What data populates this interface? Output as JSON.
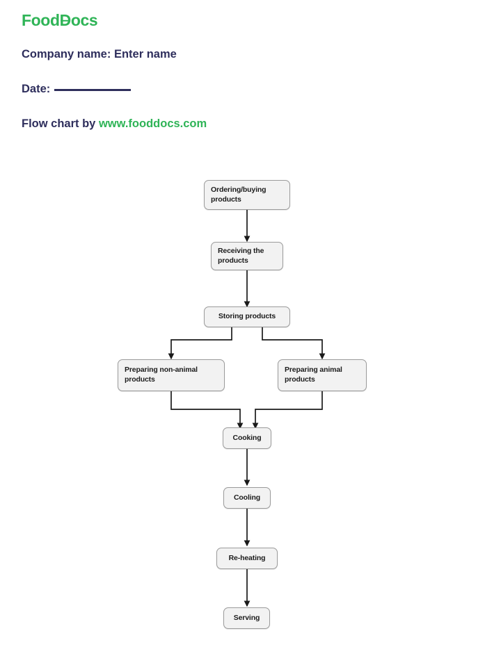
{
  "header": {
    "logo": {
      "part1": "Food",
      "part2": "D",
      "part3": "ocs"
    },
    "company_line": "Company name: Enter name",
    "date_label": "Date:",
    "flow_label": "Flow chart by",
    "flow_url": "www.fooddocs.com"
  },
  "colors": {
    "brand_green": "#2fb457",
    "heading_navy": "#2e2e5c",
    "node_fill": "#f2f2f2",
    "node_border": "#9a9a9a",
    "edge": "#1a1a1a"
  },
  "chart_data": {
    "type": "diagram",
    "title": "Food handling process flow chart",
    "nodes": [
      {
        "id": "ordering",
        "label": "Ordering/buying products",
        "align": "left"
      },
      {
        "id": "receiving",
        "label": "Receiving the products",
        "align": "left"
      },
      {
        "id": "storing",
        "label": "Storing products",
        "align": "center"
      },
      {
        "id": "prep_non",
        "label": "Preparing non-animal products",
        "align": "left"
      },
      {
        "id": "prep_anim",
        "label": "Preparing animal products",
        "align": "left"
      },
      {
        "id": "cooking",
        "label": "Cooking",
        "align": "center"
      },
      {
        "id": "cooling",
        "label": "Cooling",
        "align": "center"
      },
      {
        "id": "reheating",
        "label": "Re-heating",
        "align": "center"
      },
      {
        "id": "serving",
        "label": "Serving",
        "align": "center"
      }
    ],
    "edges": [
      {
        "from": "ordering",
        "to": "receiving"
      },
      {
        "from": "receiving",
        "to": "storing"
      },
      {
        "from": "storing",
        "to": "prep_non"
      },
      {
        "from": "storing",
        "to": "prep_anim"
      },
      {
        "from": "prep_non",
        "to": "cooking"
      },
      {
        "from": "prep_anim",
        "to": "cooking"
      },
      {
        "from": "cooking",
        "to": "cooling"
      },
      {
        "from": "cooling",
        "to": "reheating"
      },
      {
        "from": "reheating",
        "to": "serving"
      }
    ]
  }
}
